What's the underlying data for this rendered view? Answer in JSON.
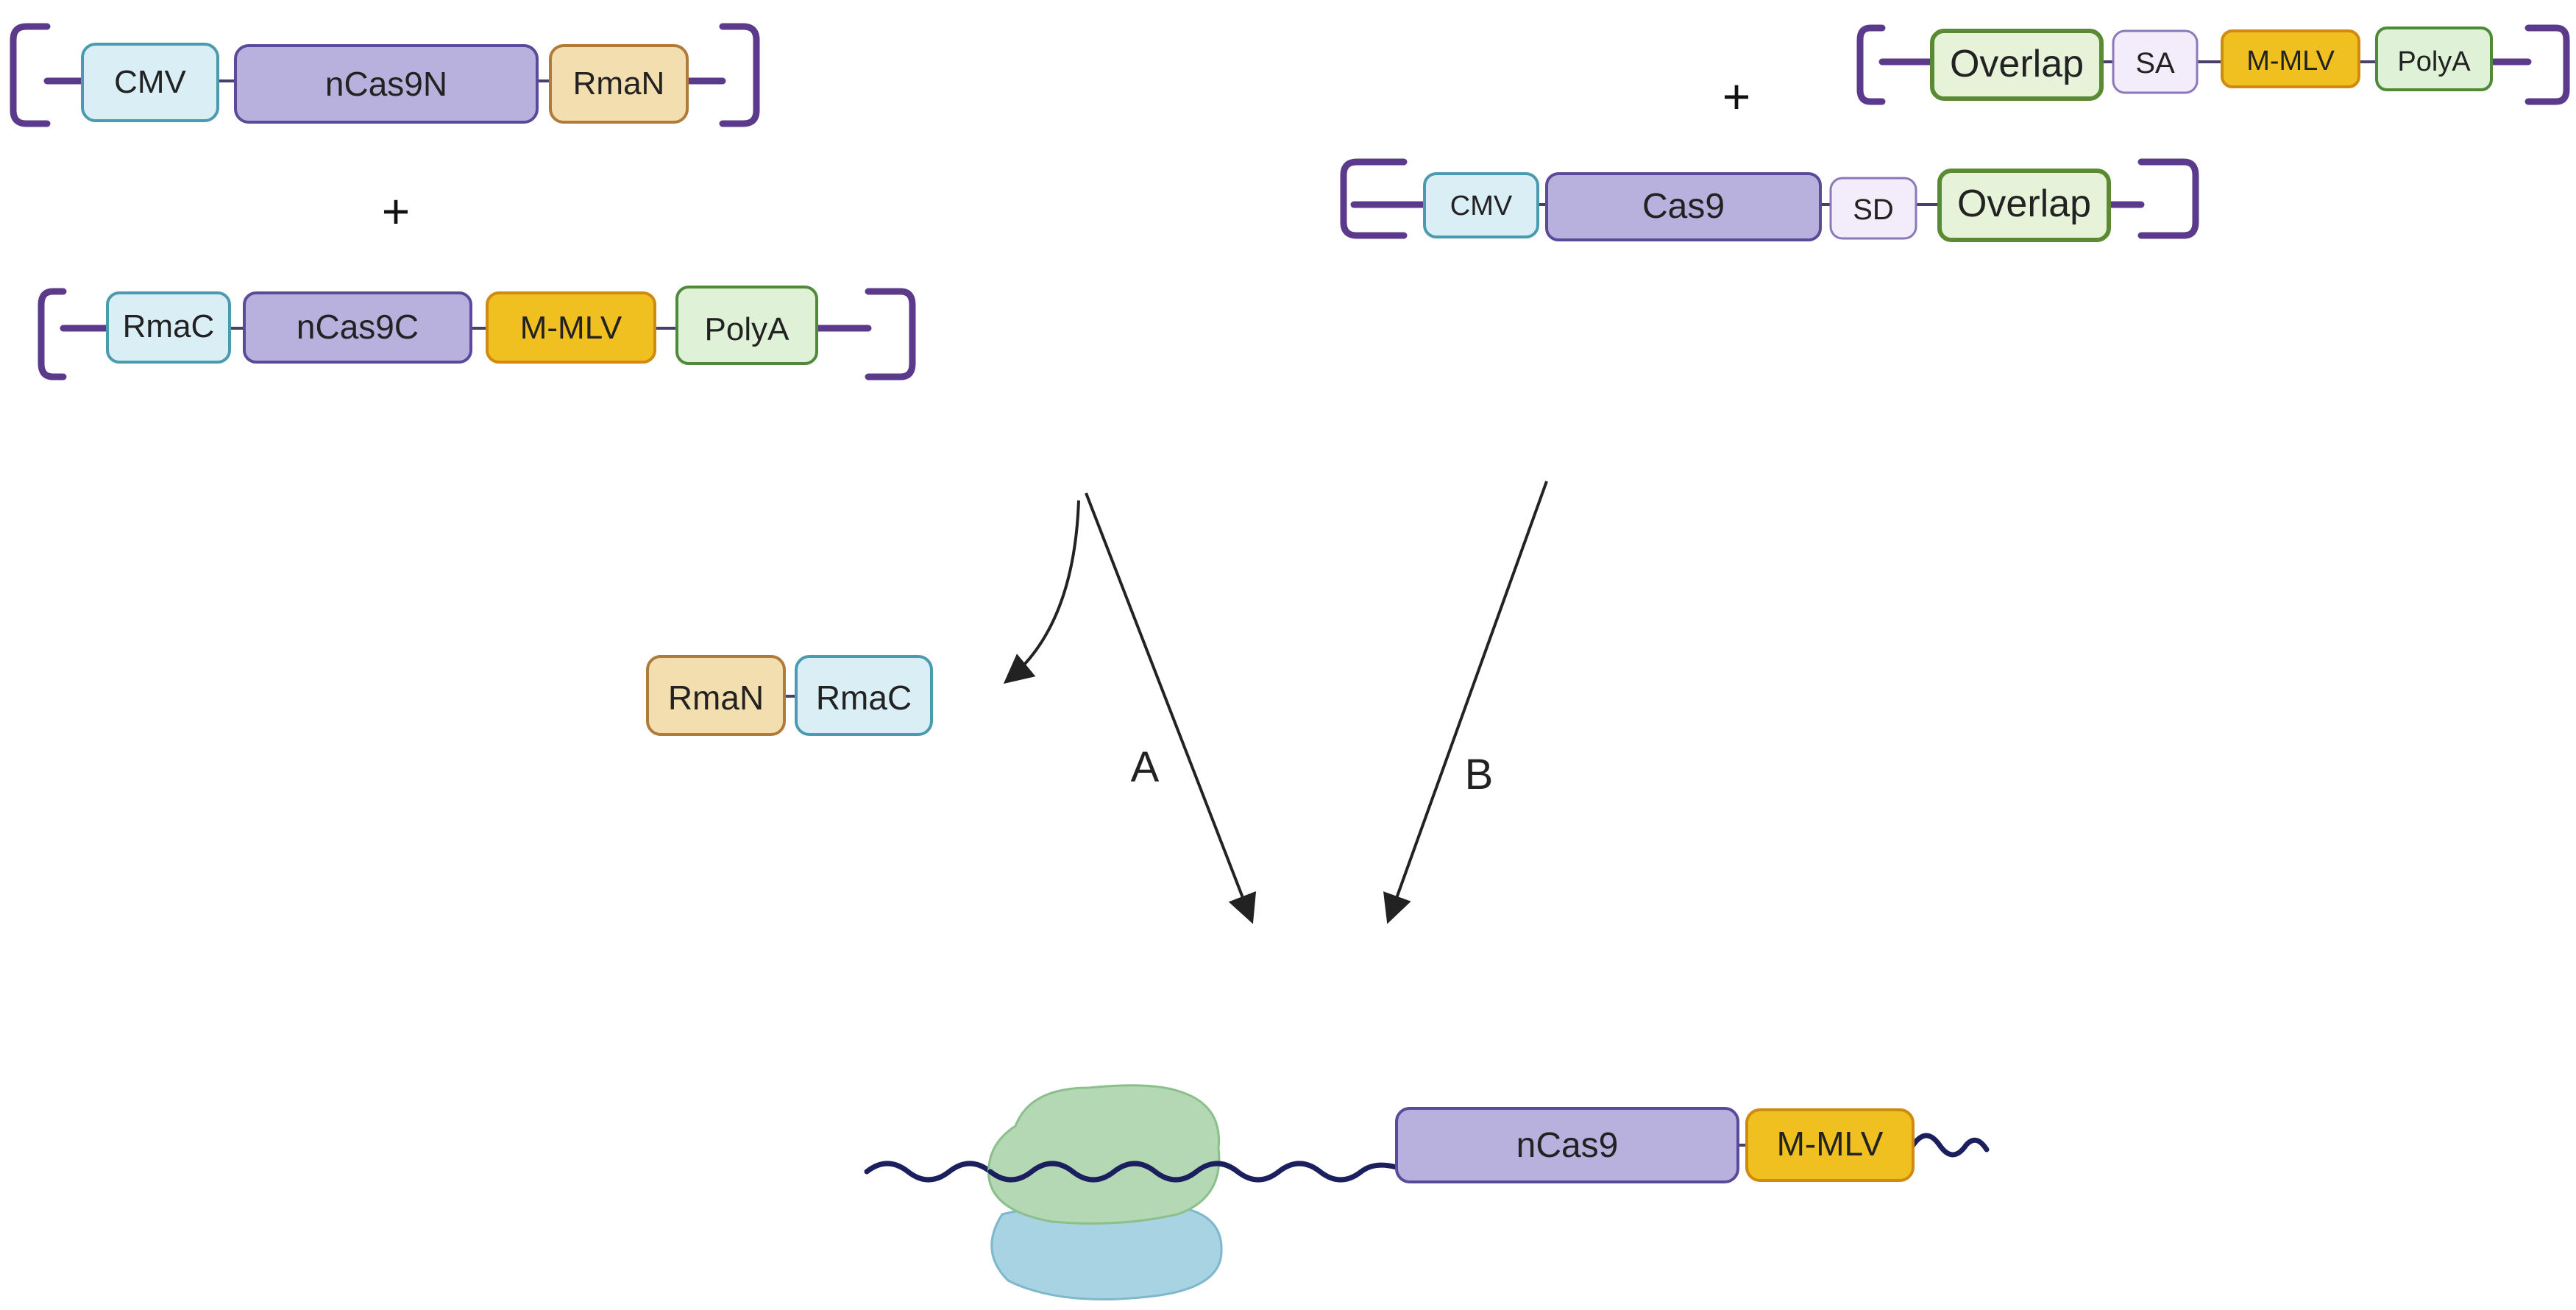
{
  "colors": {
    "backbone": "#5b3a8c",
    "cmv_fill": "#d9eef5",
    "cmv_stroke": "#4b9bb0",
    "cas9_fill": "#b9b1dd",
    "cas9_stroke": "#5b4a99",
    "rman_fill": "#f2deae",
    "rman_stroke": "#b07a3a",
    "mmlv_fill": "#f0c020",
    "mmlv_stroke": "#d08a10",
    "polya_fill": "#dff1d6",
    "polya_stroke": "#4f8a3a",
    "overlap_fill": "#e6f3d9",
    "overlap_stroke": "#5a8a32",
    "sd_fill": "#f3ecfa",
    "sd_stroke": "#8a78b8",
    "ribo_top": "#b4d8b4",
    "ribo_bottom": "#a8d3e3",
    "mrna": "#1c1f5e",
    "arrow": "#222222"
  },
  "constructs": {
    "a1": [
      "CMV",
      "nCas9N",
      "RmaN"
    ],
    "plus_left": "+",
    "a2": [
      "RmaC",
      "nCas9C",
      "M-MLV",
      "PolyA"
    ],
    "plus_right": "+",
    "b2": [
      "Overlap",
      "SA",
      "M-MLV",
      "PolyA"
    ],
    "b1": [
      "CMV",
      "Cas9",
      "SD",
      "Overlap"
    ]
  },
  "byproduct": [
    "RmaN",
    "RmaC"
  ],
  "pathways": {
    "a": "A",
    "b": "B"
  },
  "product": {
    "labels": [
      "nCas9",
      "M-MLV"
    ],
    "icons": [
      "ribosome-icon",
      "mrna-strand-icon"
    ]
  }
}
